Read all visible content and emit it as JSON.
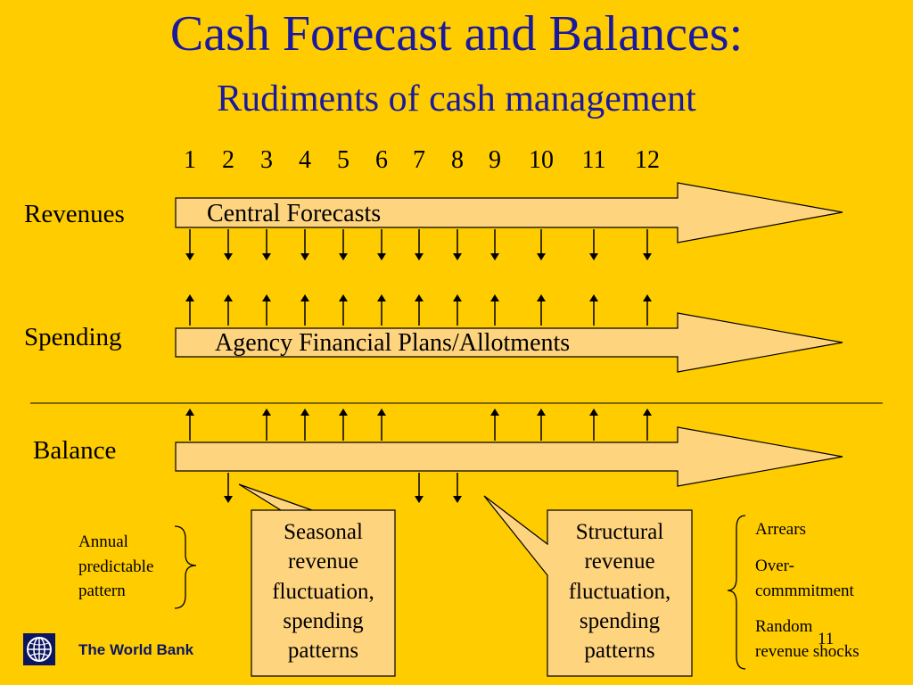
{
  "title": "Cash Forecast and Balances:",
  "subtitle": "Rudiments of cash management",
  "months": [
    "1",
    "2",
    "3",
    "4",
    "5",
    "6",
    "7",
    "8",
    "9",
    "10",
    "11",
    "12"
  ],
  "rows": {
    "revenues": {
      "label": "Revenues",
      "arrow_text": "Central Forecasts"
    },
    "spending": {
      "label": "Spending",
      "arrow_text": "Agency Financial Plans/Allotments"
    },
    "balance": {
      "label": "Balance"
    }
  },
  "callouts": {
    "seasonal": [
      "Seasonal",
      "revenue",
      "fluctuation,",
      "spending",
      "patterns"
    ],
    "structural": [
      "Structural",
      "revenue",
      "fluctuation,",
      "spending",
      "patterns"
    ]
  },
  "annual": [
    "Annual",
    "predictable",
    "pattern"
  ],
  "structural_causes": [
    "Arrears",
    "Over-",
    "commmitment",
    "Random",
    "revenue shocks"
  ],
  "footer": {
    "org": "The World Bank",
    "page": "11"
  },
  "colors": {
    "background": "#FFCC00",
    "arrow_fill": "#FFD47F",
    "title": "#1A1A9C"
  }
}
